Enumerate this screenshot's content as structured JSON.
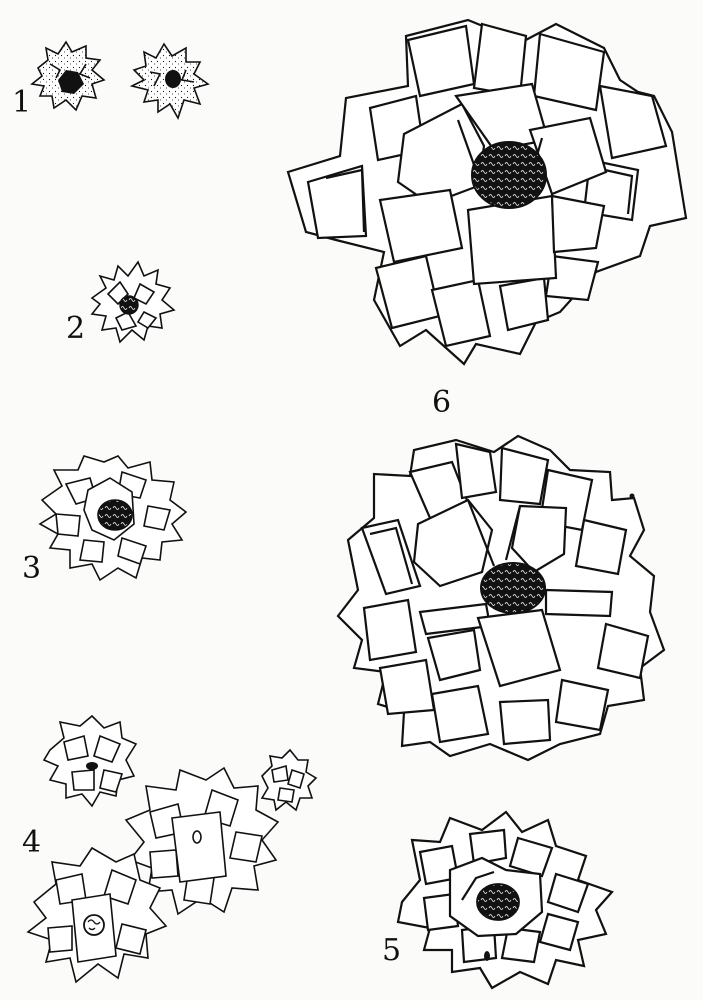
{
  "plate": {
    "figures": [
      {
        "id": "fig-1",
        "label": "1",
        "icon": "crumpled-paper-flower-pair"
      },
      {
        "id": "fig-2",
        "label": "2",
        "icon": "small-paper-flower"
      },
      {
        "id": "fig-3",
        "label": "3",
        "icon": "medium-paper-flower"
      },
      {
        "id": "fig-4",
        "label": "4",
        "icon": "paper-flower-cluster"
      },
      {
        "id": "fig-5",
        "label": "5",
        "icon": "layered-paper-flower"
      },
      {
        "id": "fig-6",
        "label": "6",
        "icon": "large-paper-flower"
      }
    ],
    "colors": {
      "ink": "#111111",
      "paper": "#fbfbf9",
      "petal": "#ffffff"
    }
  }
}
